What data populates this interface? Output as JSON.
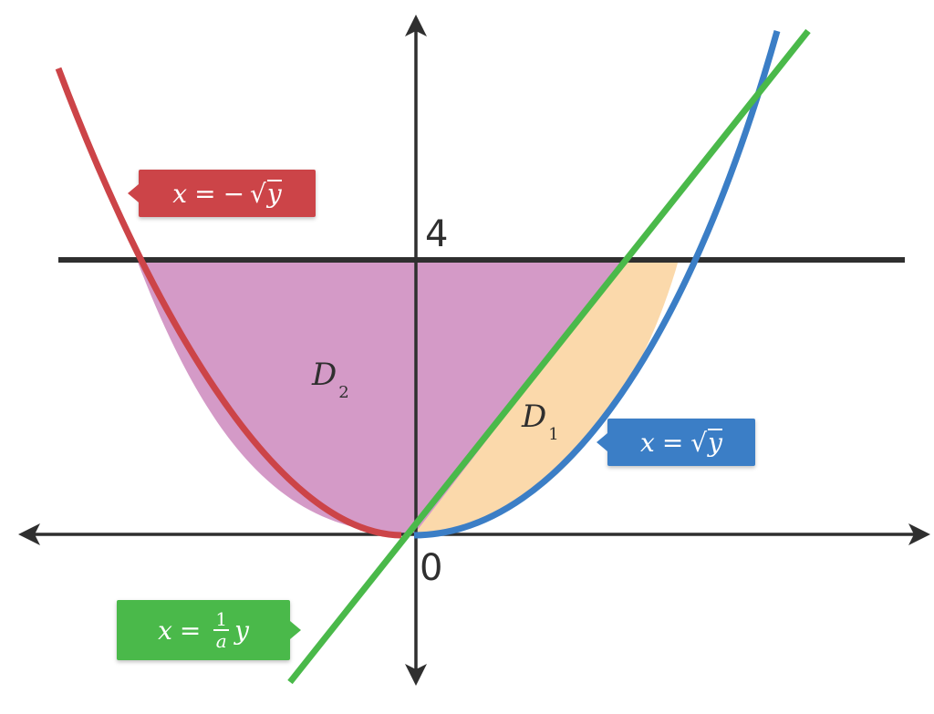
{
  "colors": {
    "red": "#cc4448",
    "blue": "#3b7ec6",
    "green": "#4ab94a",
    "purple_region": "#d49ac7",
    "orange_region": "#fbd9ab",
    "axis": "#2f2f2f"
  },
  "axes": {
    "origin_label": "0",
    "line_label": "4"
  },
  "regions": {
    "d1": {
      "main": "D",
      "sub": "1"
    },
    "d2": {
      "main": "D",
      "sub": "2"
    }
  },
  "curves": {
    "left_parabola": {
      "lhs": "x",
      "eq": "=",
      "sign": "−",
      "root": "√",
      "rad": "y"
    },
    "right_parabola": {
      "lhs": "x",
      "eq": "=",
      "root": "√",
      "rad": "y"
    },
    "line": {
      "lhs": "x",
      "eq": "=",
      "num": "1",
      "den": "a",
      "var": "y"
    }
  }
}
